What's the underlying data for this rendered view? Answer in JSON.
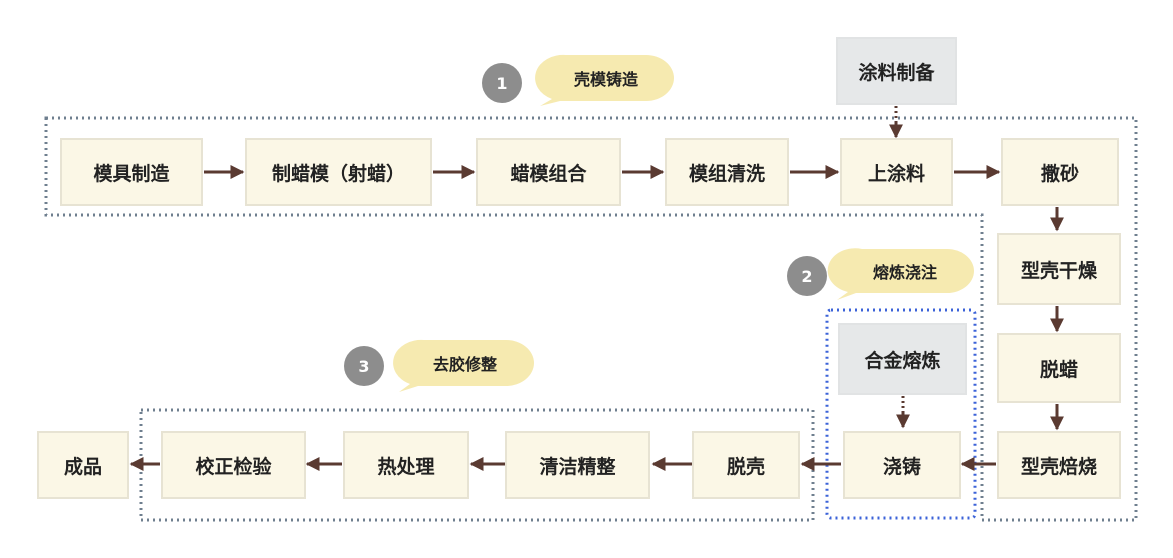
{
  "colors": {
    "box_fill": "#fbf7e6",
    "gray_fill": "#e6e8e9",
    "arrow": "#5a3a31",
    "dotted_gray": "#6f7f8f",
    "dotted_blue": "#3c63d8",
    "bubble": "#f6eab0",
    "badge": "#8d8d8d"
  },
  "stages": [
    {
      "number": "1",
      "label": "壳模铸造"
    },
    {
      "number": "2",
      "label": "熔炼浇注"
    },
    {
      "number": "3",
      "label": "去胶修整"
    }
  ],
  "steps": {
    "mold_making": "模具制造",
    "wax_pattern": "制蜡模（射蜡）",
    "wax_assembly": "蜡模组合",
    "assembly_cleaning": "模组清洗",
    "coating": "上涂料",
    "sanding": "撒砂",
    "shell_drying": "型壳干燥",
    "dewaxing": "脱蜡",
    "shell_firing": "型壳焙烧",
    "pouring": "浇铸",
    "shell_removal": "脱壳",
    "cleaning_finishing": "清洁精整",
    "heat_treatment": "热处理",
    "straightening_inspection": "校正检验",
    "finished_product": "成品",
    "coating_prep": "涂料制备",
    "alloy_melting": "合金熔炼"
  }
}
